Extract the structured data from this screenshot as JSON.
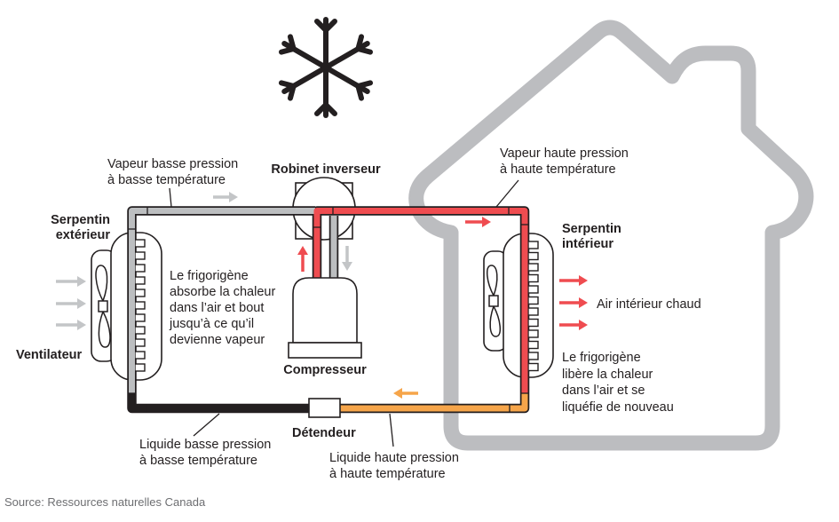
{
  "diagram": {
    "labels": {
      "vapeur_basse": [
        "Vapeur basse pression",
        "à basse température"
      ],
      "robinet_inverseur": "Robinet inverseur",
      "serpentin_exterieur": [
        "Serpentin",
        "extérieur"
      ],
      "ventilateur": "Ventilateur",
      "left_paragraph": [
        "Le frigorigène",
        "absorbe la chaleur",
        "dans l’air et bout",
        "jusqu’à ce qu’il",
        "devienne vapeur"
      ],
      "compresseur": "Compresseur",
      "detendeur": "Détendeur",
      "liquide_basse": [
        "Liquide basse pression",
        "à basse température"
      ],
      "liquide_haute": [
        "Liquide haute pression",
        "à haute température"
      ],
      "vapeur_haute": [
        "Vapeur haute pression",
        "à haute température"
      ],
      "serpentin_interieur": [
        "Serpentin",
        "intérieur"
      ],
      "air_chaud": "Air intérieur chaud",
      "right_paragraph": [
        "Le frigorigène",
        "libère la chaleur",
        "dans l’air et se",
        "liquéfie de nouveau"
      ]
    },
    "source": "Source: Ressources naturelles Canada",
    "icons": {
      "top": "snowflake-icon",
      "building": "house-outline-icon",
      "flow": "arrow-icon",
      "fans": "fan-icon"
    },
    "colors": {
      "hot_vapor": "#ef4c50",
      "hot_liquid": "#f6a54a",
      "cold_vapor": "#bcbec0",
      "cold_liquid": "#231f20",
      "house": "#bcbdc0"
    }
  }
}
